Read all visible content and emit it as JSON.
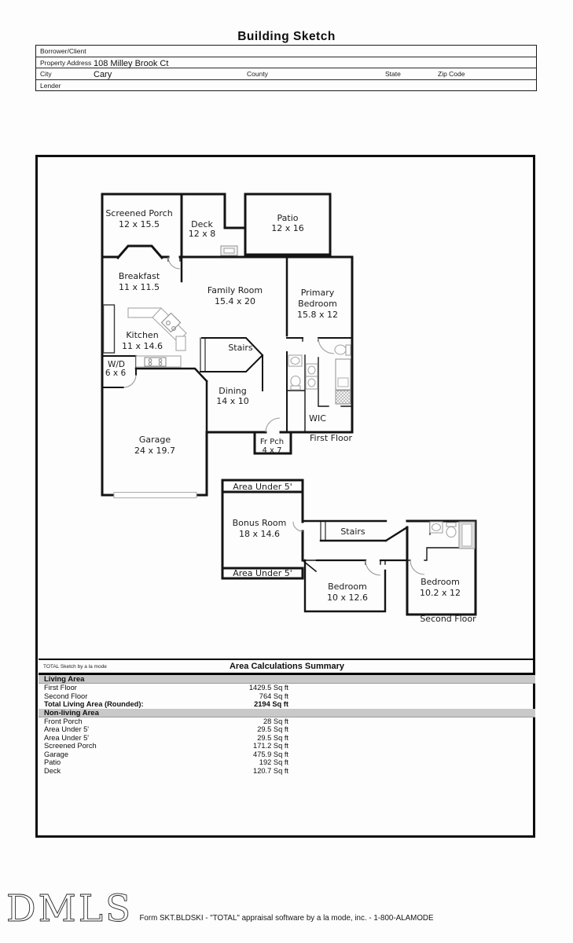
{
  "page": {
    "title": "Building Sketch",
    "watermark": "DMLS",
    "footer": "Form SKT.BLDSKI - \"TOTAL\" appraisal software by a la mode, inc. - 1-800-ALAMODE"
  },
  "header_form": {
    "borrower_label": "Borrower/Client",
    "borrower_value": "",
    "address_label": "Property Address",
    "address_value": "108 Milley Brook Ct",
    "city_label": "City",
    "city_value": "Cary",
    "county_label": "County",
    "state_label": "State",
    "zip_label": "Zip Code",
    "lender_label": "Lender",
    "lender_value": ""
  },
  "floorplan": {
    "first_floor": {
      "label": "First Floor",
      "screened_porch": [
        "Screened Porch",
        "12 x 15.5"
      ],
      "deck": [
        "Deck",
        "12 x 8"
      ],
      "patio": [
        "Patio",
        "12 x 16"
      ],
      "breakfast": [
        "Breakfast",
        "11 x 11.5"
      ],
      "family_room": [
        "Family Room",
        "15.4 x 20"
      ],
      "primary_bedroom": [
        "Primary",
        "Bedroom",
        "15.8 x 12"
      ],
      "kitchen": [
        "Kitchen",
        "11 x 14.6"
      ],
      "stairs": "Stairs",
      "washer_dryer": [
        "W/D",
        "6 x 6"
      ],
      "dining": [
        "Dining",
        "14 x 10"
      ],
      "garage": [
        "Garage",
        "24 x 19.7"
      ],
      "front_porch": [
        "Fr Pch",
        "4 x 7"
      ],
      "wic": "WIC"
    },
    "second_floor": {
      "label": "Second Floor",
      "area_under_5_top": "Area Under 5'",
      "area_under_5_bottom": "Area Under 5'",
      "bonus_room": [
        "Bonus Room",
        "18 x 14.6"
      ],
      "stairs": "Stairs",
      "bedroom_1": [
        "Bedroom",
        "10 x 12.6"
      ],
      "bedroom_2": [
        "Bedroom",
        "10.2 x 12"
      ]
    }
  },
  "area_summary": {
    "brand": "TOTAL Sketch by a la mode",
    "title": "Area Calculations Summary",
    "living": {
      "header": "Living Area",
      "rows": [
        [
          "First Floor",
          "1429.5 Sq ft"
        ],
        [
          "Second Floor",
          "764 Sq ft"
        ]
      ],
      "total_label": "Total Living Area (Rounded):",
      "total_value": "2194 Sq ft"
    },
    "nonliving": {
      "header": "Non-living Area",
      "rows": [
        [
          "Front Porch",
          "28 Sq ft"
        ],
        [
          "Area Under 5'",
          "29.5 Sq ft"
        ],
        [
          "Area Under 5'",
          "29.5 Sq ft"
        ],
        [
          "Screened Porch",
          "171.2 Sq ft"
        ],
        [
          "Garage",
          "475.9 Sq ft"
        ],
        [
          "Patio",
          "192 Sq ft"
        ],
        [
          "Deck",
          "120.7 Sq ft"
        ]
      ]
    }
  }
}
